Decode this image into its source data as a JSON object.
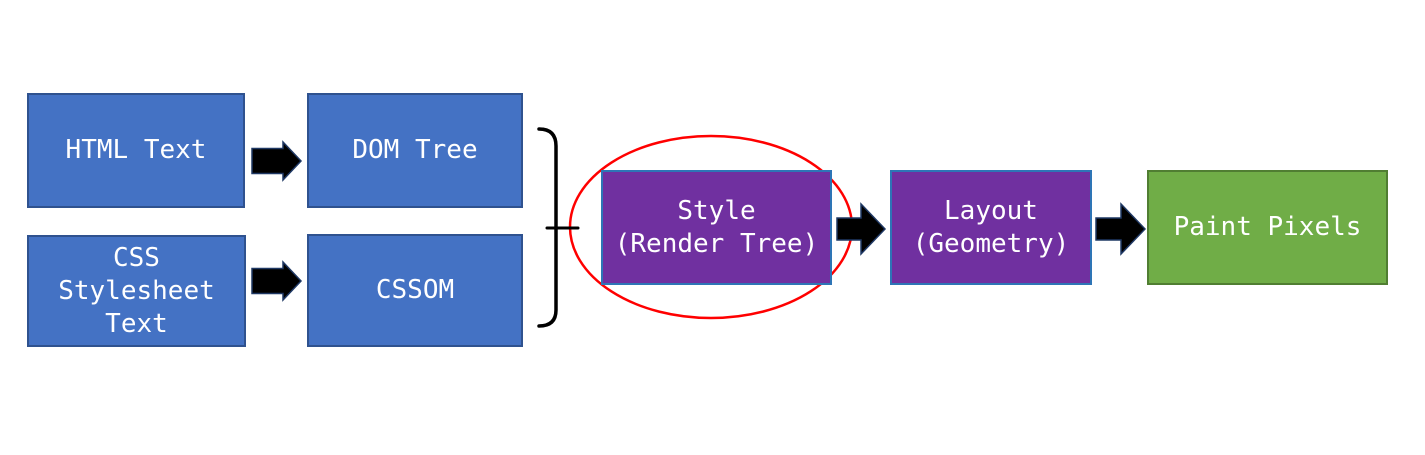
{
  "diagram": {
    "description": "Browser rendering pipeline flowchart",
    "nodes": [
      {
        "id": "html-text",
        "label": "HTML Text",
        "fill": "#4472C4",
        "border": "#2F528F",
        "text_color": "#FFFFFF"
      },
      {
        "id": "dom-tree",
        "label": "DOM Tree",
        "fill": "#4472C4",
        "border": "#2F528F",
        "text_color": "#FFFFFF"
      },
      {
        "id": "css-stylesheet-text",
        "label": "CSS\nStylesheet\nText",
        "fill": "#4472C4",
        "border": "#2F528F",
        "text_color": "#FFFFFF"
      },
      {
        "id": "cssom",
        "label": "CSSOM",
        "fill": "#4472C4",
        "border": "#2F528F",
        "text_color": "#FFFFFF"
      },
      {
        "id": "style-render-tree",
        "label": "Style\n(Render Tree)",
        "fill": "#7030A0",
        "border": "#2E75B6",
        "text_color": "#FFFFFF"
      },
      {
        "id": "layout-geometry",
        "label": "Layout\n(Geometry)",
        "fill": "#7030A0",
        "border": "#2E75B6",
        "text_color": "#FFFFFF"
      },
      {
        "id": "paint-pixels",
        "label": "Paint Pixels",
        "fill": "#70AD47",
        "border": "#507E32",
        "text_color": "#FFFFFF"
      }
    ],
    "edges": [
      {
        "from": "html-text",
        "to": "dom-tree",
        "style": "block-arrow"
      },
      {
        "from": "css-stylesheet-text",
        "to": "cssom",
        "style": "block-arrow"
      },
      {
        "from": "dom-tree + cssom",
        "to": "style-render-tree",
        "style": "curly-brace-merge"
      },
      {
        "from": "style-render-tree",
        "to": "layout-geometry",
        "style": "block-arrow"
      },
      {
        "from": "layout-geometry",
        "to": "paint-pixels",
        "style": "block-arrow"
      }
    ],
    "annotation": {
      "type": "ellipse-highlight",
      "target": "style-render-tree",
      "color": "#FF0000"
    },
    "colors": {
      "background": "#FFFFFF",
      "arrow_fill": "#000000",
      "arrow_outline": "#1F3864",
      "brace_stroke": "#000000",
      "highlight_red": "#FF0000",
      "box_blue": "#4472C4",
      "box_purple": "#7030A0",
      "box_green": "#70AD47"
    }
  }
}
